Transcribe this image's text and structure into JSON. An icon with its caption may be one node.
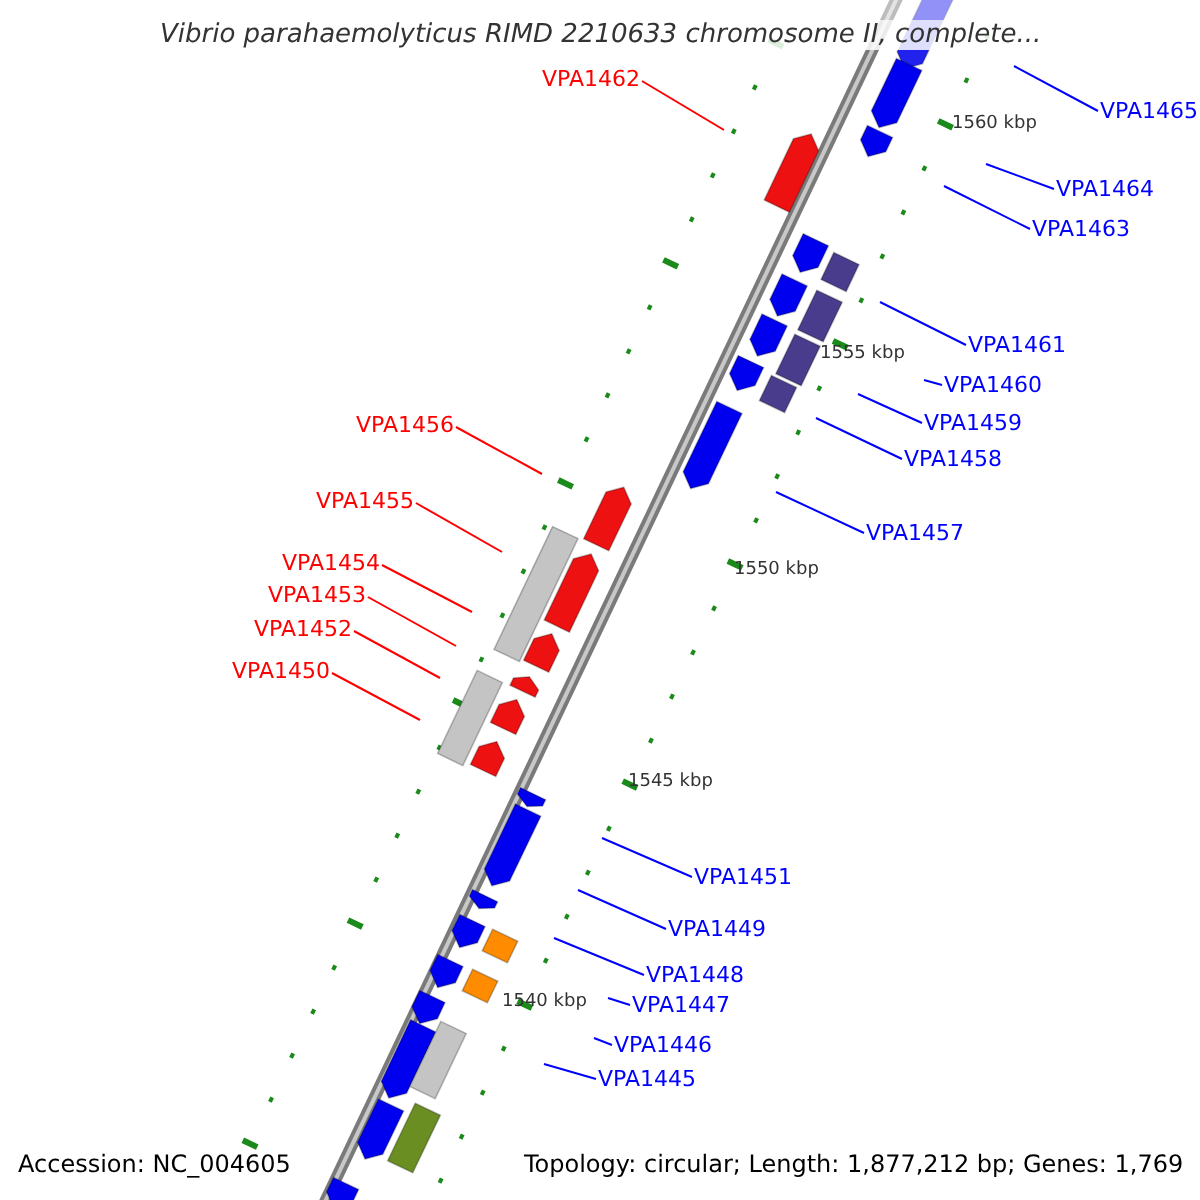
{
  "diagram": {
    "title": "Vibrio parahaemolyticus RIMD 2210633 chromosome II, complete...",
    "nodes": [
      {
        "text": [
          "VPA1462"
        ]
      },
      {
        "text": [
          "VPA1465"
        ]
      },
      {
        "text": [
          "VPA1464"
        ]
      },
      {
        "text": [
          "VPA1463"
        ]
      },
      {
        "text": [
          "VPA1461"
        ]
      },
      {
        "text": [
          "VPA1460"
        ]
      },
      {
        "text": [
          "VPA1459"
        ]
      },
      {
        "text": [
          "VPA1456"
        ]
      },
      {
        "text": [
          "VPA1458"
        ]
      },
      {
        "text": [
          "VPA1455"
        ]
      },
      {
        "text": [
          "VPA1457"
        ]
      },
      {
        "text": [
          "VPA1454"
        ]
      },
      {
        "text": [
          "VPA1453"
        ]
      },
      {
        "text": [
          "VPA1452"
        ]
      },
      {
        "text": [
          "VPA1450"
        ]
      },
      {
        "text": [
          "VPA1451"
        ]
      },
      {
        "text": [
          "VPA1449"
        ]
      },
      {
        "text": [
          "VPA1448"
        ]
      },
      {
        "text": [
          "VPA1447"
        ]
      },
      {
        "text": [
          "VPA1446"
        ]
      },
      {
        "text": [
          "VPA1445"
        ]
      }
    ],
    "edges": [
      {
        "from": 0,
        "to": null,
        "arrow": "none",
        "color": "#ff0000"
      },
      {
        "from": 1,
        "to": null,
        "arrow": "none"
      },
      {
        "from": 2,
        "to": null,
        "arrow": "none"
      },
      {
        "from": 3,
        "to": null,
        "arrow": "none"
      },
      {
        "from": 4,
        "to": null,
        "arrow": "none"
      },
      {
        "from": 5,
        "to": null,
        "arrow": "none"
      },
      {
        "from": 6,
        "to": null,
        "arrow": "none"
      },
      {
        "from": 7,
        "to": null,
        "arrow": "none",
        "color": "#ff0000"
      },
      {
        "from": 8,
        "to": null,
        "arrow": "none"
      },
      {
        "from": 9,
        "to": null,
        "arrow": "none",
        "color": "#ff0000"
      },
      {
        "from": 10,
        "to": null,
        "arrow": "none"
      },
      {
        "from": 11,
        "to": null,
        "arrow": "none",
        "color": "#ff0000"
      },
      {
        "from": 12,
        "to": null,
        "arrow": "none",
        "color": "#ff0000"
      },
      {
        "from": 13,
        "to": null,
        "arrow": "none",
        "color": "#ff0000"
      },
      {
        "from": 14,
        "to": null,
        "arrow": "none",
        "color": "#ff0000"
      },
      {
        "from": 15,
        "to": null,
        "arrow": "none"
      },
      {
        "from": 16,
        "to": null,
        "arrow": "none"
      },
      {
        "from": 17,
        "to": null,
        "arrow": "none"
      },
      {
        "from": 18,
        "to": null,
        "arrow": "none"
      },
      {
        "from": 19,
        "to": null,
        "arrow": "none"
      },
      {
        "from": 20,
        "to": null,
        "arrow": "none"
      }
    ],
    "labels": [
      "1560 kbp",
      "1555 kbp",
      "1550 kbp",
      "1545 kbp",
      "1540 kbp",
      "Accession: NC_004605",
      "Topology: circular; Length: 1,877,212 bp; Genes: 1,769"
    ]
  }
}
